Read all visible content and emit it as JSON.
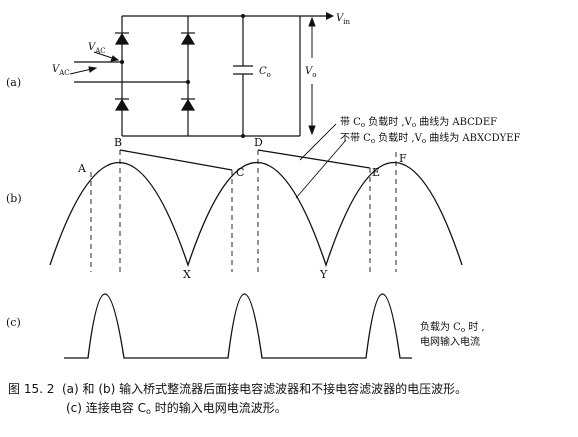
{
  "panels": {
    "a": "(a)",
    "b": "(b)",
    "c": "(c)"
  },
  "circuit": {
    "vin_label": "V",
    "vin_sub": "in",
    "vac_label_1": "V",
    "vac_sub_1": "AC",
    "vac_label_2": "V",
    "vac_sub_2": "AC",
    "cap_label": "C",
    "cap_sub": "o",
    "vo_label": "V",
    "vo_sub": "o"
  },
  "waveform": {
    "points": [
      "A",
      "B",
      "C",
      "D",
      "E",
      "F",
      "X",
      "Y"
    ],
    "legend_with_cap": {
      "prefix": "带 C",
      "sub": "o",
      "mid": " 负载时 ,V",
      "sub2": "o",
      "suffix": " 曲线为 ABCDEF"
    },
    "legend_no_cap": {
      "prefix": "不带 C",
      "sub": "o",
      "mid": " 负载时 ,V",
      "sub2": "o",
      "suffix": " 曲线为 ABXCDYEF"
    }
  },
  "current": {
    "note_line1_prefix": "负载为 C",
    "note_line1_sub": "o",
    "note_line1_suffix": " 时 ,",
    "note_line2": "电网输入电流"
  },
  "caption": {
    "fig_no": "图 15. 2",
    "line1": "(a) 和 (b) 输入桥式整流器后面接电容滤波器和不接电容滤波器的电压波形。",
    "line2_prefix": "(c) 连接电容 C",
    "line2_sub": "o",
    "line2_suffix": " 时的输入电网电流波形。"
  }
}
